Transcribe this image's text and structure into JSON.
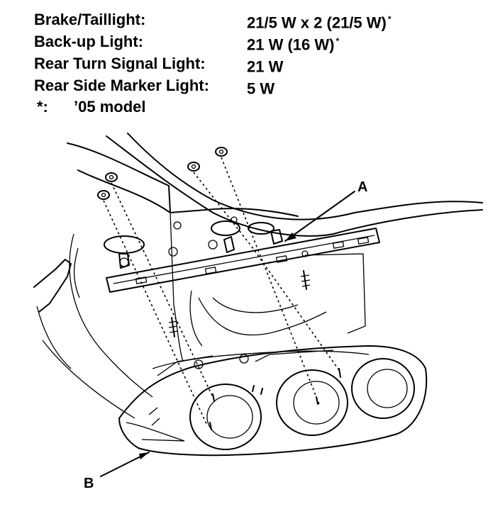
{
  "specs": [
    {
      "label": "Brake/Taillight:",
      "value": "21/5 W x 2 (21/5 W)",
      "mark": "*"
    },
    {
      "label": "Back-up Light:",
      "value": "21 W (16 W)",
      "mark": "*"
    },
    {
      "label": "Rear Turn Signal Light:",
      "value": "21 W",
      "mark": ""
    },
    {
      "label": "Rear Side Marker Light:",
      "value": "5 W",
      "mark": ""
    }
  ],
  "footnote": {
    "mark": "*:",
    "text": "’05 model"
  },
  "callouts": {
    "a": "A",
    "b": "B"
  }
}
